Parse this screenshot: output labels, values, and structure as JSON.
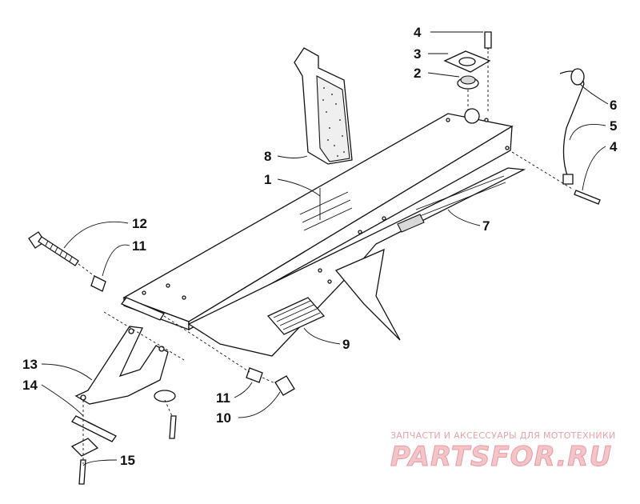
{
  "callouts": [
    {
      "id": "c1",
      "text": "1"
    },
    {
      "id": "c2",
      "text": "2"
    },
    {
      "id": "c3",
      "text": "3"
    },
    {
      "id": "c4a",
      "text": "4"
    },
    {
      "id": "c4b",
      "text": "4"
    },
    {
      "id": "c5",
      "text": "5"
    },
    {
      "id": "c6",
      "text": "6"
    },
    {
      "id": "c7",
      "text": "7"
    },
    {
      "id": "c8",
      "text": "8"
    },
    {
      "id": "c9",
      "text": "9"
    },
    {
      "id": "c10",
      "text": "10"
    },
    {
      "id": "c11a",
      "text": "11"
    },
    {
      "id": "c11b",
      "text": "11"
    },
    {
      "id": "c12",
      "text": "12"
    },
    {
      "id": "c13",
      "text": "13"
    },
    {
      "id": "c14",
      "text": "14"
    },
    {
      "id": "c15",
      "text": "15"
    }
  ],
  "watermark": {
    "tagline": "ЗАПЧАСТИ И АКСЕССУАРЫ ДЛЯ МОТОТЕХНИКИ",
    "logo": "PARTSFOR.RU"
  }
}
